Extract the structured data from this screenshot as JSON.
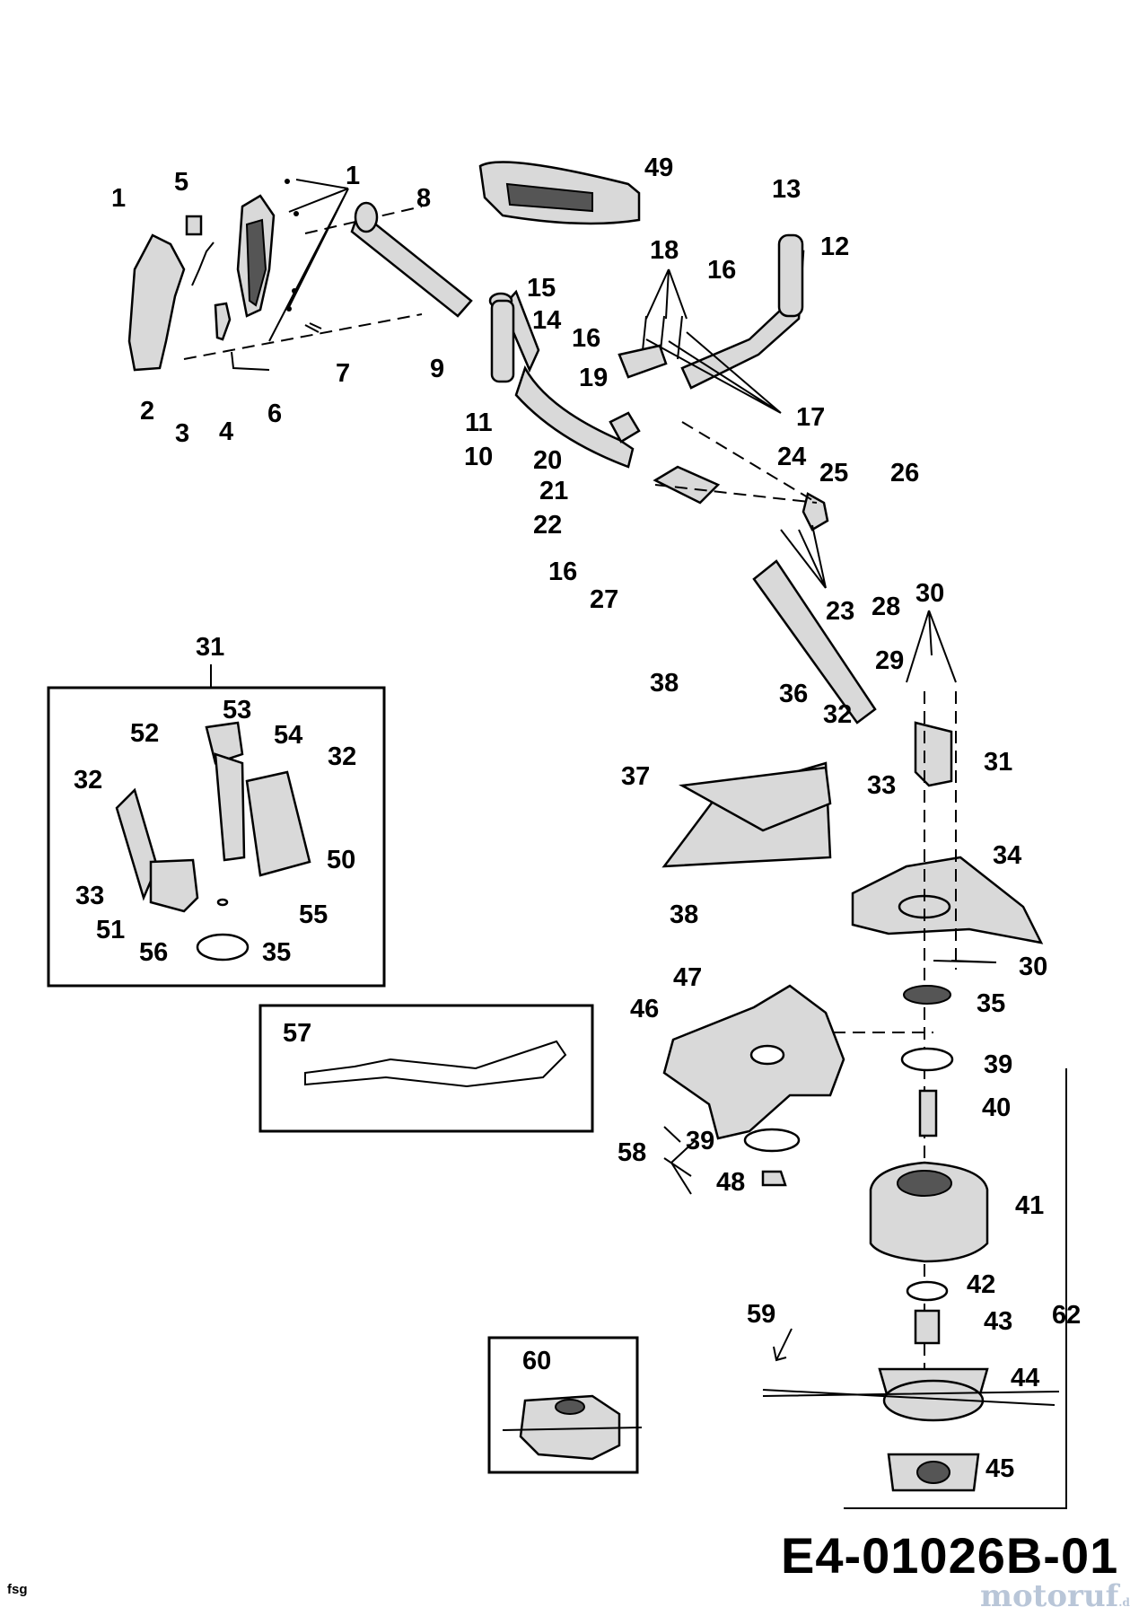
{
  "document": {
    "code": "E4-01026B-01",
    "corner_tag": "fsg",
    "watermark": {
      "name": "motoruf",
      "tld": ".de"
    }
  },
  "callouts": [
    "1",
    "1",
    "2",
    "3",
    "4",
    "5",
    "6",
    "7",
    "8",
    "9",
    "10",
    "11",
    "12",
    "13",
    "14",
    "15",
    "16",
    "16",
    "16",
    "17",
    "18",
    "19",
    "20",
    "21",
    "22",
    "23",
    "24",
    "25",
    "26",
    "27",
    "28",
    "29",
    "30",
    "30",
    "31",
    "31",
    "32",
    "32",
    "32",
    "33",
    "33",
    "34",
    "35",
    "35",
    "36",
    "37",
    "38",
    "38",
    "39",
    "39",
    "40",
    "41",
    "42",
    "43",
    "44",
    "45",
    "46",
    "47",
    "48",
    "49",
    "50",
    "51",
    "52",
    "53",
    "54",
    "55",
    "56",
    "57",
    "58",
    "59",
    "60",
    "62"
  ]
}
